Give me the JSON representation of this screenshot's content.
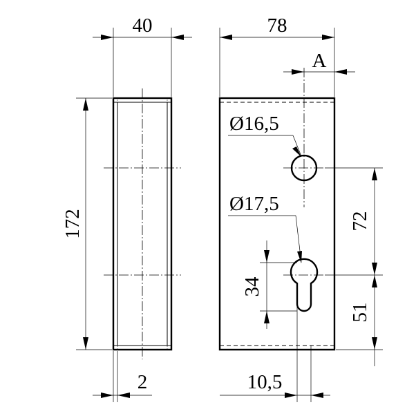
{
  "diagram": {
    "dimensions": {
      "width_left": "40",
      "width_right": "78",
      "offset_a": "A",
      "height_total": "172",
      "hole_top_diameter": "Ø16,5",
      "hole_bottom_diameter": "Ø17,5",
      "hole_spacing": "72",
      "bottom_offset": "51",
      "keyhole_height": "34",
      "wall_thickness": "2",
      "slot_width": "10,5"
    },
    "line_color": "#000000",
    "background_color": "#ffffff"
  }
}
